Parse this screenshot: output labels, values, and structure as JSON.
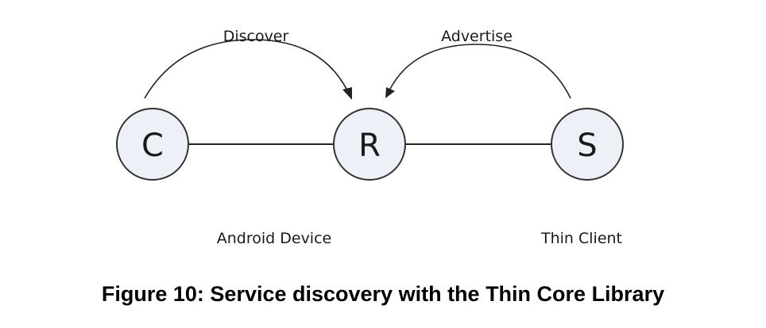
{
  "diagram": {
    "nodes": [
      {
        "id": "C",
        "label": "C"
      },
      {
        "id": "R",
        "label": "R"
      },
      {
        "id": "S",
        "label": "S"
      }
    ],
    "edges": [
      {
        "from": "C",
        "to": "R"
      },
      {
        "from": "R",
        "to": "S"
      }
    ],
    "arcs": [
      {
        "from": "C",
        "to": "R",
        "label": "Discover"
      },
      {
        "from": "S",
        "to": "R",
        "label": "Advertise"
      }
    ],
    "group_labels": {
      "android_device": "Android Device",
      "thin_client": "Thin Client"
    }
  },
  "caption": "Figure 10: Service discovery with the Thin Core Library"
}
